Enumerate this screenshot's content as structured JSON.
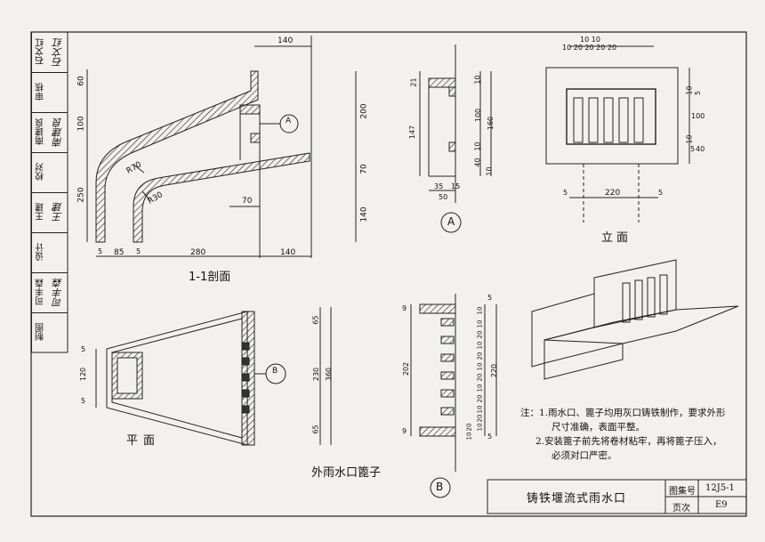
{
  "title_block": {
    "rows": [
      {
        "label": "石文红",
        "sig": "石文红"
      },
      {
        "label": "审核",
        "sig": ""
      },
      {
        "label": "南建良",
        "sig": "南建良"
      },
      {
        "label": "校对",
        "sig": ""
      },
      {
        "label": "王建",
        "sig": "王建"
      },
      {
        "label": "设计",
        "sig": ""
      },
      {
        "label": "司丰森",
        "sig": "司丰森"
      },
      {
        "label": "制图",
        "sig": ""
      }
    ]
  },
  "views": {
    "section_title": "1-1剖面",
    "plan_title": "平面",
    "grate_title": "外雨水口篦子",
    "elevation_title": "立面",
    "detail_a": "A",
    "detail_b": "B"
  },
  "dims": {
    "top_140": "140",
    "left_60": "60",
    "left_100": "100",
    "left_250": "250",
    "right_200": "200",
    "right_70": "70",
    "right_140": "140",
    "inner_70": "70",
    "r70": "R70",
    "r30": "R30",
    "bot_5a": "5",
    "bot_85": "85",
    "bot_5b": "5",
    "bot_280": "280",
    "bot_140": "140",
    "a_21": "21",
    "a_147": "147",
    "a_10a": "10",
    "a_100": "100",
    "a_10b": "10",
    "a_40": "40",
    "a_160": "160",
    "a_10c": "10",
    "a_35": "35",
    "a_15": "15",
    "a_50": "50",
    "el_10_10": "10 10",
    "el_top": "10 20 20 20 20",
    "el_10a": "10",
    "el_5": "5",
    "el_100": "100",
    "el_10b": "10",
    "el_5b": "5",
    "el_40": "40",
    "el_5l": "5",
    "el_220": "220",
    "el_5r": "5",
    "pl_5a": "5",
    "pl_120": "120",
    "pl_5b": "5",
    "pl_65a": "65",
    "pl_230": "230",
    "pl_360": "360",
    "pl_65b": "65",
    "b_9": "9",
    "b_202": "202",
    "b_9b": "9",
    "b_5a": "5",
    "b_cols": [
      "10",
      "10",
      "20",
      "10",
      "20",
      "10",
      "20",
      "10",
      "20",
      "10",
      "20",
      "10",
      "20",
      "10"
    ],
    "b_220": "220",
    "b_5b": "5"
  },
  "notes": {
    "n1a": "注：1.雨水口、篦子均用灰口铸铁制作，要求外形",
    "n1b": "尺寸准确，表面平整。",
    "n2a": "2.安装篦子前先将卷材粘牢，再将篦子压入，",
    "n2b": "必须对口严密。"
  },
  "footer": {
    "title": "铸铁堰流式雨水口",
    "atlas_label": "图集号",
    "atlas_value": "12J5-1",
    "page_label": "页次",
    "page_value": "E9"
  }
}
